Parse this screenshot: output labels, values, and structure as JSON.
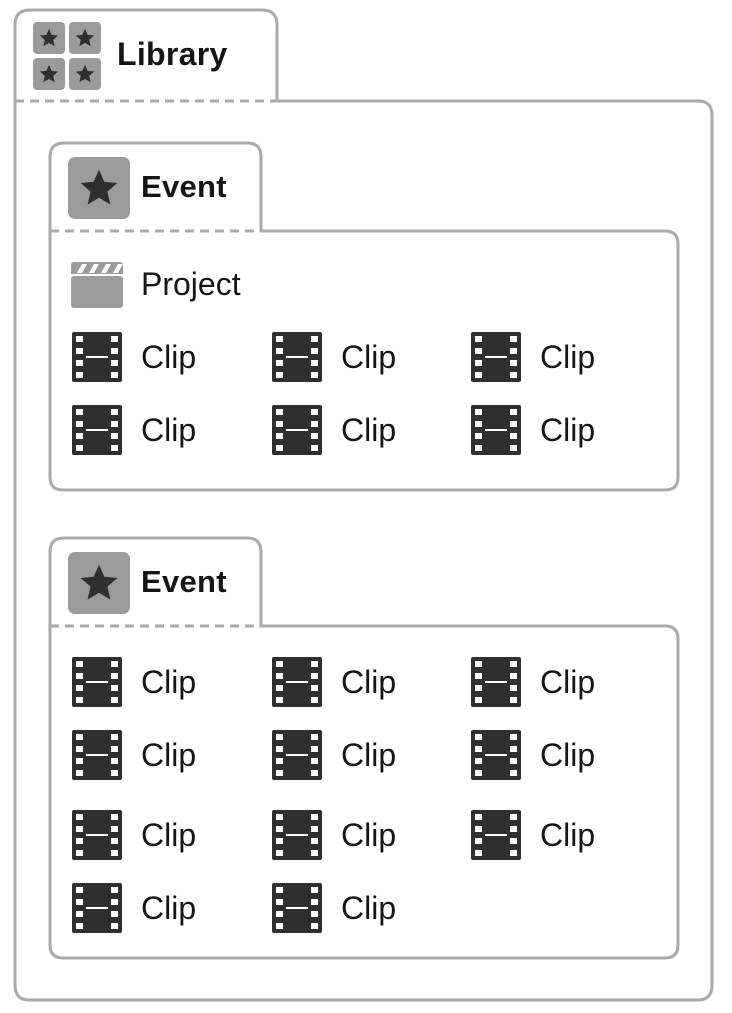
{
  "library": {
    "title": "Library",
    "icon": "four-stars-icon"
  },
  "events": [
    {
      "title": "Event",
      "icon": "star-icon",
      "project": {
        "label": "Project",
        "icon": "clapperboard-icon"
      },
      "clips": [
        "Clip",
        "Clip",
        "Clip",
        "Clip",
        "Clip",
        "Clip"
      ]
    },
    {
      "title": "Event",
      "icon": "star-icon",
      "clips": [
        "Clip",
        "Clip",
        "Clip",
        "Clip",
        "Clip",
        "Clip",
        "Clip",
        "Clip",
        "Clip",
        "Clip",
        "Clip"
      ]
    }
  ],
  "colors": {
    "outline": "#aaaaaa",
    "icon_tile": "#9b9b9b",
    "icon_dark": "#2f2f2f"
  }
}
